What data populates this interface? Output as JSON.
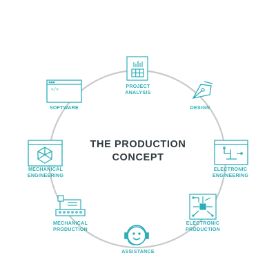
{
  "title": {
    "line1": "THE PRODUCTION",
    "line2": "CONCEPT"
  },
  "colors": {
    "ring": "#c9c9c9",
    "accent": "#2aaeb7",
    "title": "#2f3a40",
    "background": "#ffffff"
  },
  "nodes": [
    {
      "id": "project-analysis",
      "icon": "chart-grid-icon",
      "label": [
        "PROJECT",
        "ANALYSIS"
      ]
    },
    {
      "id": "design",
      "icon": "pen-nib-icon",
      "label": [
        "DESIGN"
      ]
    },
    {
      "id": "electronic-engineering",
      "icon": "circuit-window-icon",
      "label": [
        "ELECTRONIC",
        "ENGINEERING"
      ]
    },
    {
      "id": "electronic-production",
      "icon": "circuit-board-icon",
      "label": [
        "ELECTRONIC",
        "PRODUCTION"
      ]
    },
    {
      "id": "assistance",
      "icon": "headset-smile-icon",
      "label": [
        "ASSISTANCE"
      ]
    },
    {
      "id": "mechanical-production",
      "icon": "machine-tool-icon",
      "label": [
        "MECHANICAL",
        "PRODUCTION"
      ]
    },
    {
      "id": "mechanical-engineering",
      "icon": "polyhedron-window-icon",
      "label": [
        "MECHANICAL",
        "ENGINEERING"
      ]
    },
    {
      "id": "software",
      "icon": "code-window-icon",
      "label": [
        "SOFTWARE"
      ]
    }
  ]
}
